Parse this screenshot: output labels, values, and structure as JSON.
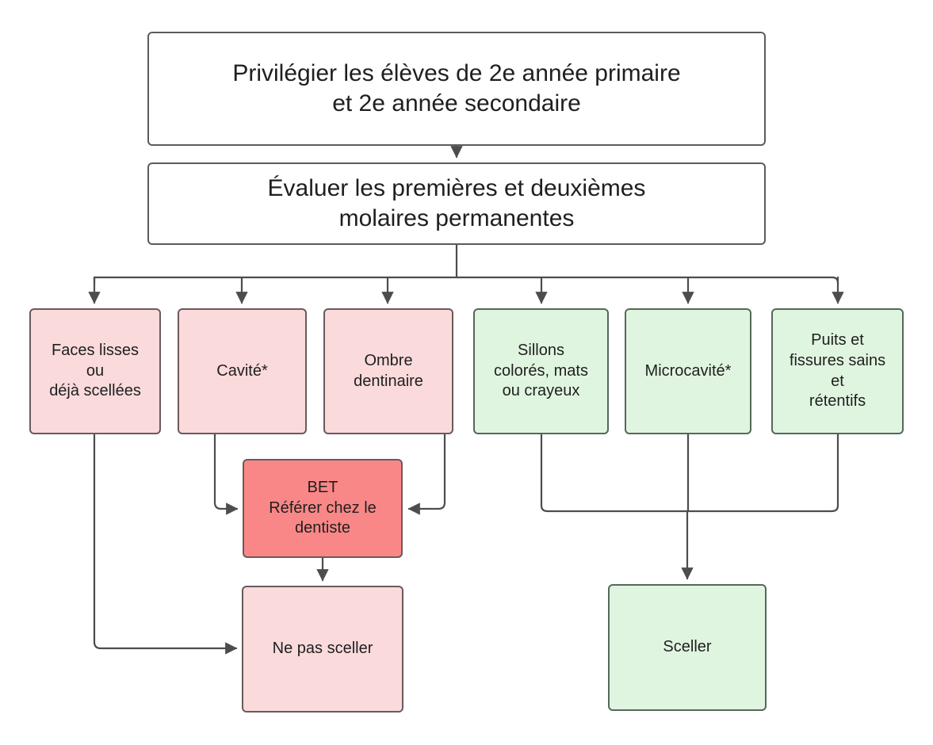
{
  "diagram": {
    "title_node": {
      "id": "eleves",
      "text": "Privilégier les élèves de 2e année primaire\net 2e année secondaire",
      "fill": "#ffffff",
      "stroke": "#5c5c5c"
    },
    "evaluate_node": {
      "id": "evaluer",
      "text": "Évaluer les premières et deuxièmes\nmolaires permanentes",
      "fill": "#ffffff",
      "stroke": "#5c5c5c"
    },
    "conditions": [
      {
        "id": "faces-lisses",
        "text": "Faces lisses\nou\ndéjà scellées",
        "kind": "pink",
        "fill": "#fadadb"
      },
      {
        "id": "cavite",
        "text": "Cavité*",
        "kind": "pink",
        "fill": "#fadadb"
      },
      {
        "id": "ombre-dentinaire",
        "text": "Ombre\ndentinaire",
        "kind": "pink",
        "fill": "#fadadb"
      },
      {
        "id": "sillons-colores",
        "text": "Sillons\ncolorés, mats\nou crayeux",
        "kind": "green",
        "fill": "#e0f5e0"
      },
      {
        "id": "microcavite",
        "text": "Microcavité*",
        "kind": "green",
        "fill": "#e0f5e0"
      },
      {
        "id": "puits-fissures",
        "text": "Puits et\nfissures sains\net\nrétentifs",
        "kind": "green",
        "fill": "#e0f5e0"
      }
    ],
    "bet_node": {
      "id": "bet",
      "text": "BET\nRéférer chez le\ndentiste",
      "kind": "red",
      "fill": "#fa8787"
    },
    "outcomes": [
      {
        "id": "ne-pas-sceller",
        "text": "Ne pas sceller",
        "kind": "pink",
        "fill": "#fadadb"
      },
      {
        "id": "sceller",
        "text": "Sceller",
        "kind": "green",
        "fill": "#e0f5e0"
      }
    ],
    "edge_color": "#4d4d4d",
    "background": "#ffffff"
  }
}
